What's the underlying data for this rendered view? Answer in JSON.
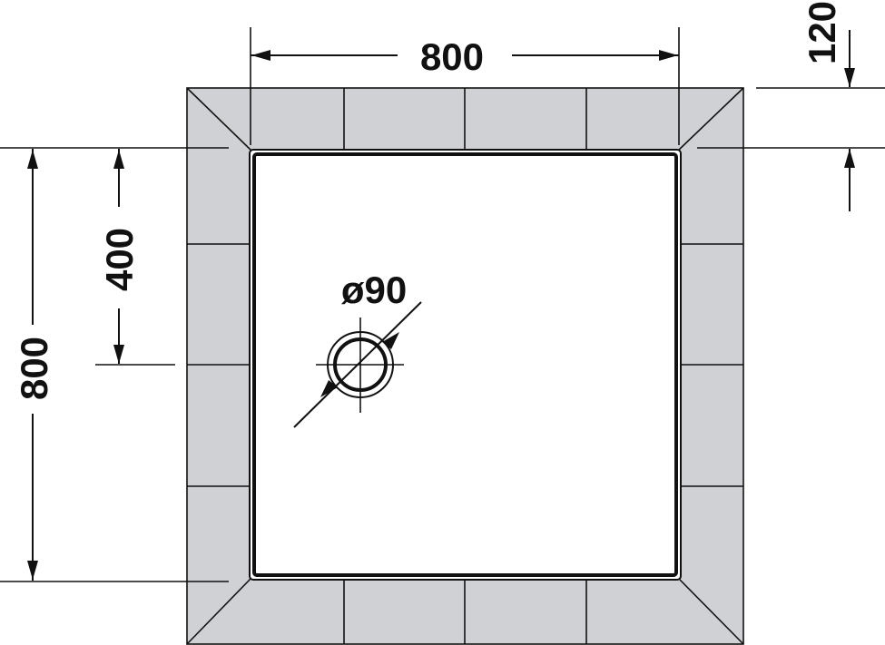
{
  "dimensions": {
    "width": "800",
    "height": "800",
    "drain_offset": "400",
    "border": "120",
    "drain_diameter": "ø90"
  },
  "colors": {
    "tile": "#cfd1d4",
    "outline": "#111111",
    "background": "#ffffff",
    "tray": "#ffffff"
  }
}
